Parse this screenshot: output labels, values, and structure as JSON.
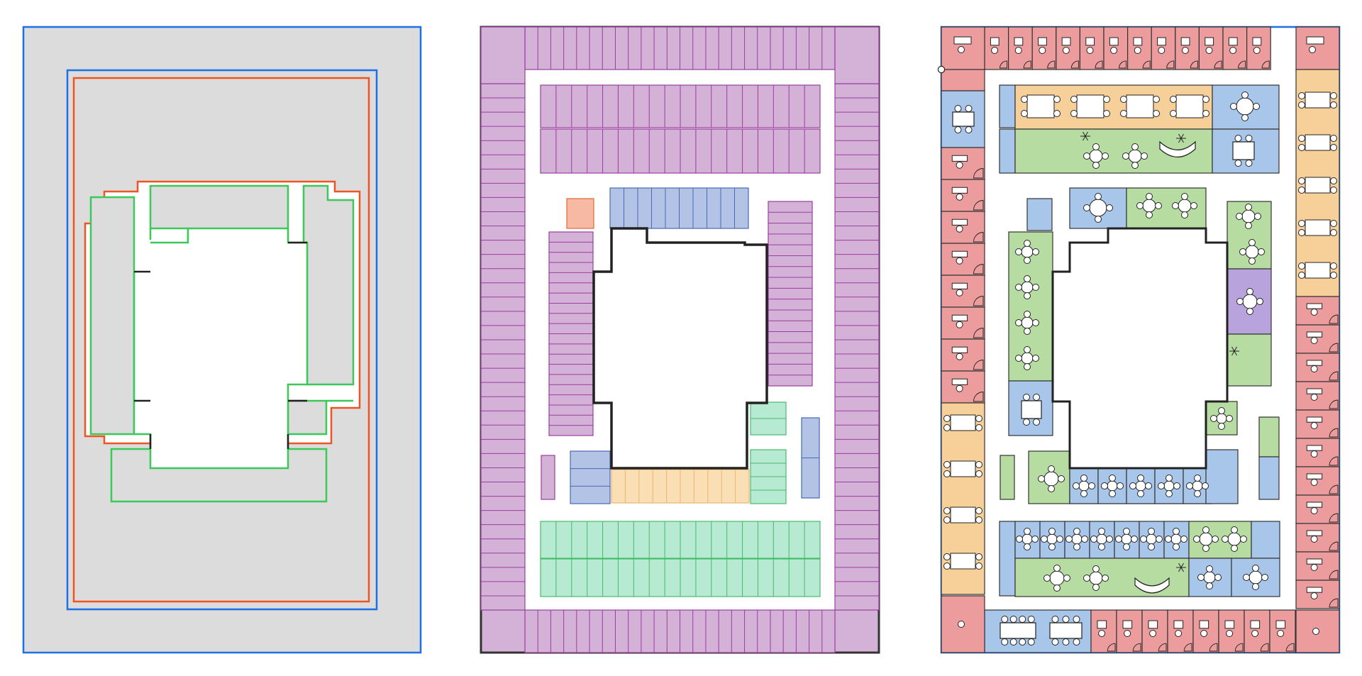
{
  "figure": {
    "panels": [
      {
        "id": "massing",
        "kind": "boundary-lines"
      },
      {
        "id": "zoning",
        "kind": "subdivision-grid"
      },
      {
        "id": "furnished",
        "kind": "furniture-layout"
      }
    ]
  },
  "palette": {
    "site_fill": "#dcdcdc",
    "site_stroke": "#1f6fe5",
    "offset_stroke": "#ef5422",
    "zone_stroke": "#3dc85a",
    "wall": "#333333",
    "office_red": "#ec9c9c",
    "desk_orange": "#f7cf98",
    "meeting_blue": "#a8c6ea",
    "lounge_green": "#b6dca2",
    "purple_room": "#b9a3dd",
    "cell_purple": "#d4b1d7",
    "cell_purple_stroke": "#9a3ea0",
    "cell_blue": "#b3c3e6",
    "cell_blue_stroke": "#4a68b5",
    "cell_green": "#b6ead2",
    "cell_green_stroke": "#46bb6c",
    "cell_orange": "#fbdfb4",
    "cell_orange_stroke": "#e8b670",
    "cell_red": "#f7b9a3",
    "cell_red_stroke": "#e06a3b"
  },
  "icons": [
    "desk-chair-icon",
    "round-table-icon",
    "sofa-icon",
    "plant-icon",
    "door-swing-icon"
  ]
}
